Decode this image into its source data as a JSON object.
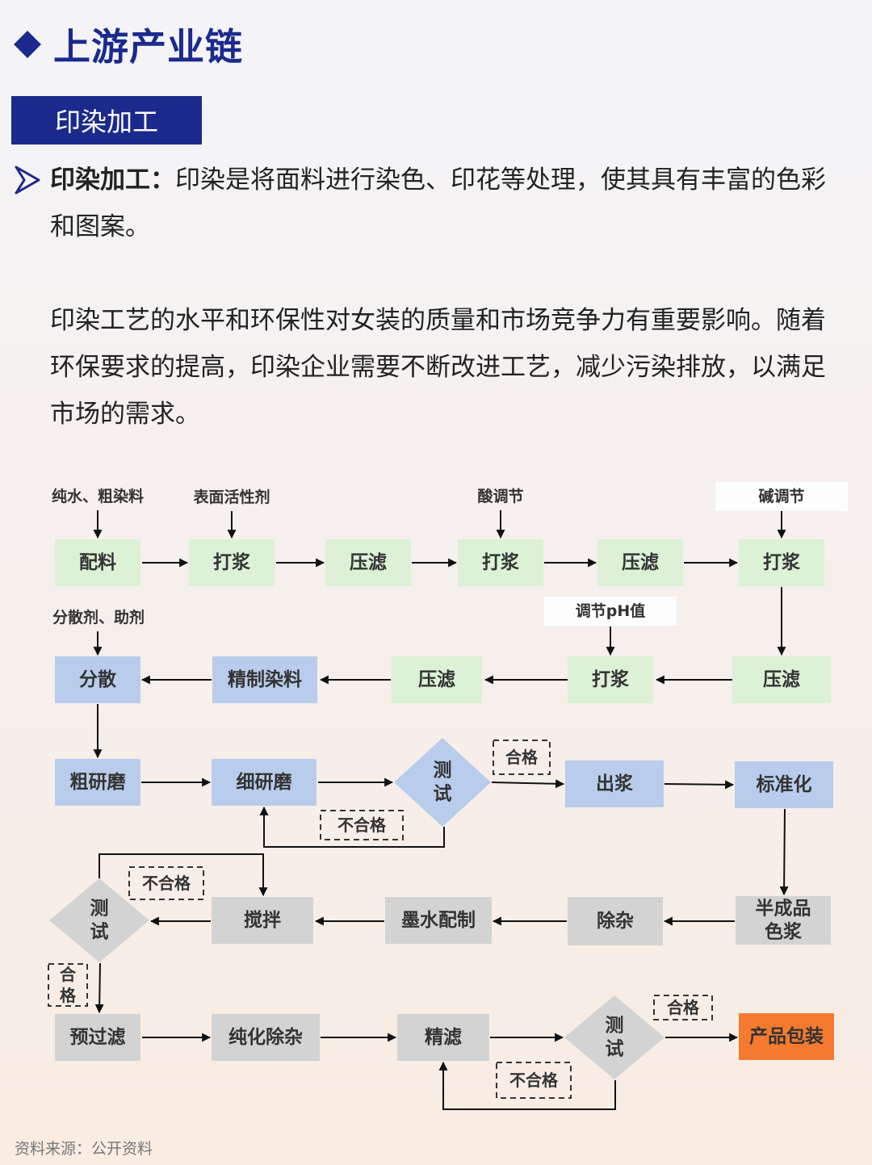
{
  "header": {
    "title": "上游产业链",
    "tag": "印染加工"
  },
  "intro": {
    "lead": "印染加工：",
    "p1": "印染是将面料进行染色、印花等处理，使其具有丰富的色彩和图案。",
    "p2": "印染工艺的水平和环保性对女装的质量和市场竞争力有重要影响。随着环保要求的提高，印染企业需要不断改进工艺，减少污染排放，以满足市场的需求。"
  },
  "colors": {
    "green": "#dcf1d6",
    "blue": "#b9cceb",
    "gray": "#d3d3d3",
    "orange": "#f47a30",
    "accent": "#1b2a8c"
  },
  "flow": {
    "nodes": {
      "peiliao": "配料",
      "dajiang1": "打浆",
      "yalv1": "压滤",
      "dajiang2": "打浆",
      "yalv2": "压滤",
      "dajiang3": "打浆",
      "fensan": "分散",
      "jingzhi": "精制染料",
      "yalv4": "压滤",
      "dajiang4": "打浆",
      "yalv3": "压滤",
      "cuyanmo": "粗研磨",
      "xiyanmo": "细研磨",
      "test1": "测\n试",
      "chujiang": "出浆",
      "biaozhunhua": "标准化",
      "test2": "测\n试",
      "jiaoban": "搅拌",
      "moshui": "墨水配制",
      "chuza": "除杂",
      "banchengpin": "半成品\n色浆",
      "yuguolv": "预过滤",
      "chunhua": "纯化除杂",
      "jinglv": "精滤",
      "test3": "测\n试",
      "baozhuang": "产品包装"
    },
    "inputs": {
      "in1": "纯水、粗染料",
      "in2": "表面活性剂",
      "in3": "酸调节",
      "in4": "碱调节",
      "in5": "分散剂、助剂",
      "in6": "调节pH值"
    },
    "labels": {
      "l1": "合格",
      "l2": "不合格",
      "l3": "不合格",
      "l4": "合\n格",
      "l5": "合格",
      "l6": "不合格"
    }
  },
  "source": "资料来源：公开资料"
}
